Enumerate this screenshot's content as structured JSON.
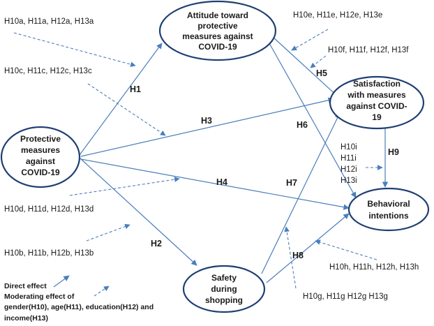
{
  "nodes": {
    "protective": [
      "Protective",
      "measures",
      "against",
      "COVID-19"
    ],
    "attitude": [
      "Attitude toward",
      "protective",
      "measures against",
      "COVID-19"
    ],
    "satisfaction": [
      "Satisfaction",
      "with measures",
      "against COVID-",
      "19"
    ],
    "behavioral": [
      "Behavioral",
      "intentions"
    ],
    "safety": [
      "Safety",
      "during",
      "shopping"
    ]
  },
  "hypotheses": {
    "h1": "H1",
    "h2": "H2",
    "h3": "H3",
    "h4": "H4",
    "h5": "H5",
    "h6": "H6",
    "h7": "H7",
    "h8": "H8",
    "h9": "H9"
  },
  "moderators": {
    "a": "H10a, H11a, H12a, H13a",
    "c": "H10c, H11c, H12c, H13c",
    "d": "H10d, H11d, H12d, H13d",
    "b": "H10b, H11b, H12b, H13b",
    "e": "H10e, H11e, H12e, H13e",
    "f": "H10f, H11f, H12f, H13f",
    "i": [
      "H10i",
      "H11i",
      "H12i",
      "H13i"
    ],
    "h": "H10h, H11h, H12h, H13h",
    "g": "H10g, H11g H12g H13g"
  },
  "legend": {
    "direct": "Direct effect",
    "moderating": "Moderating effect of",
    "groups_line": "gender(H10), age(H11),  education(H12) and",
    "income_line": "income(H13)"
  },
  "colors": {
    "arrow": "#4a7ebb",
    "node_border": "#1f3f73",
    "text": "#1a1a1a"
  }
}
